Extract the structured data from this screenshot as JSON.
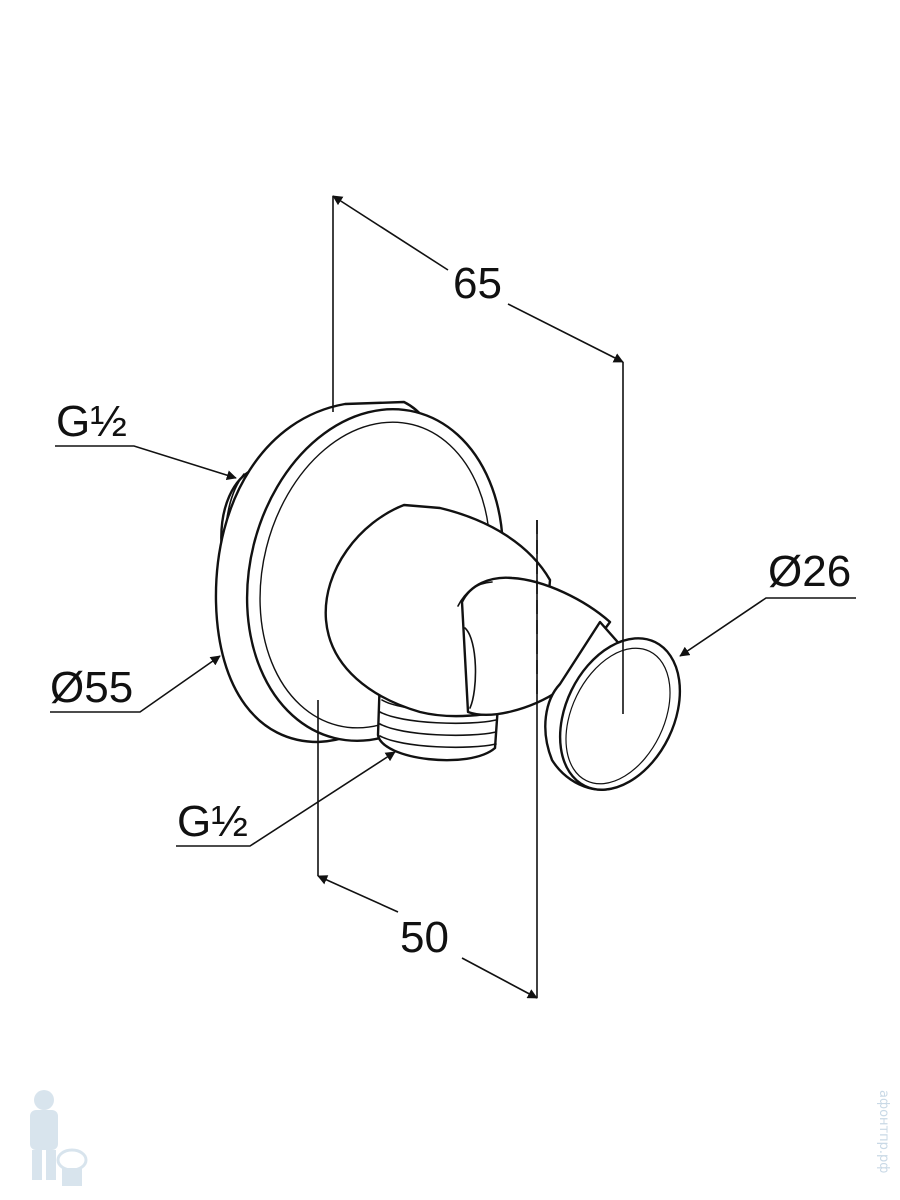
{
  "labels": {
    "dim_top": "65",
    "dim_bottom": "50",
    "thread_upper": "G½",
    "thread_lower": "G½",
    "diameter_flange": "Ø55",
    "diameter_holder": "Ø26"
  },
  "watermark": {
    "site": "афонтпр.рф"
  },
  "colors": {
    "line": "#111111",
    "background": "#ffffff",
    "watermark": "#c9d9e6"
  }
}
